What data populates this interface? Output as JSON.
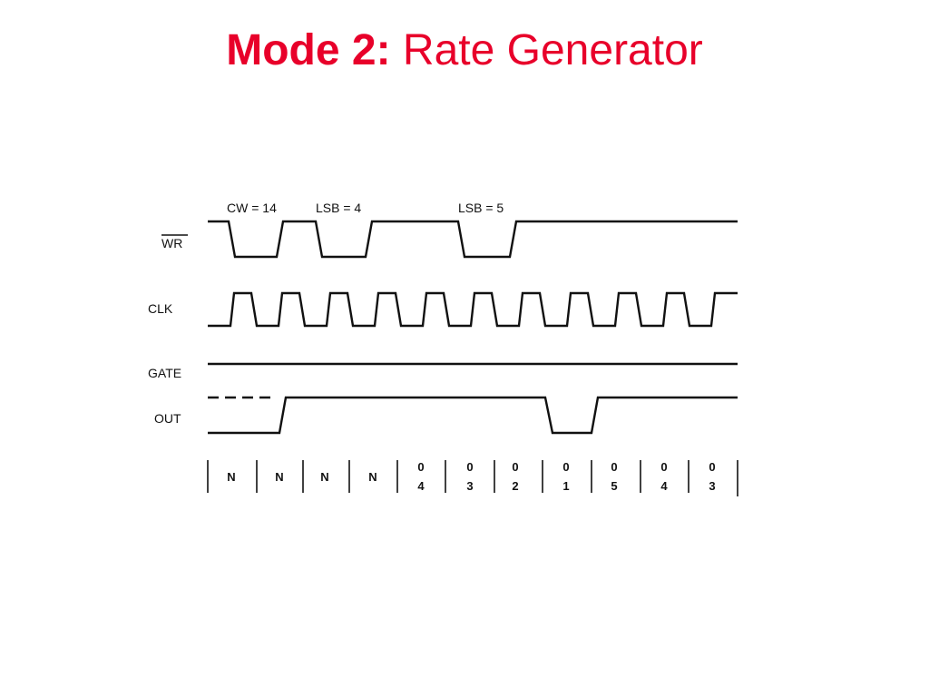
{
  "title": {
    "prefix": "Mode 2:",
    "rest": "Rate Generator",
    "color": "#e8002a"
  },
  "signals": {
    "wr": "WR",
    "clk": "CLK",
    "gate": "GATE",
    "out": "OUT"
  },
  "annotations": [
    "CW = 14",
    "LSB = 4",
    "LSB = 5"
  ],
  "counts": [
    {
      "top": "N",
      "bottom": ""
    },
    {
      "top": "N",
      "bottom": ""
    },
    {
      "top": "N",
      "bottom": ""
    },
    {
      "top": "N",
      "bottom": ""
    },
    {
      "top": "0",
      "bottom": "4"
    },
    {
      "top": "0",
      "bottom": "3"
    },
    {
      "top": "0",
      "bottom": "2"
    },
    {
      "top": "0",
      "bottom": "1"
    },
    {
      "top": "0",
      "bottom": "5"
    },
    {
      "top": "0",
      "bottom": "4"
    },
    {
      "top": "0",
      "bottom": "3"
    }
  ]
}
